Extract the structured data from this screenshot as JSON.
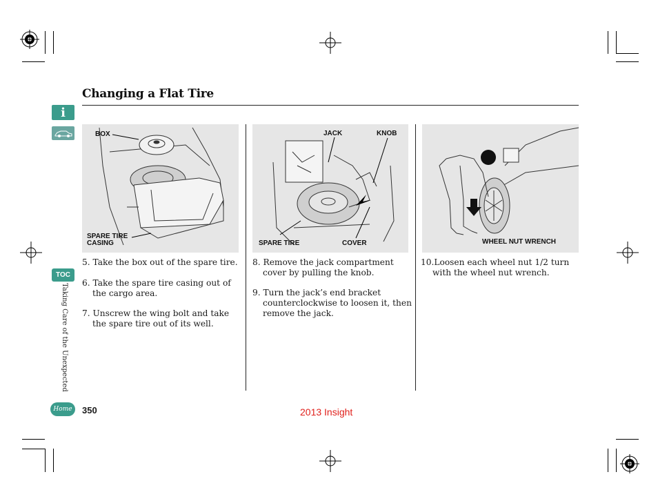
{
  "title": "Changing a Flat Tire",
  "sidebar": {
    "info_label": "i",
    "toc_label": "TOC",
    "home_label": "Home",
    "section_label": "Taking Care of the Unexpected"
  },
  "panels": [
    {
      "callouts": [
        "BOX",
        "SPARE TIRE",
        "CASING"
      ]
    },
    {
      "callouts": [
        "JACK",
        "KNOB",
        "SPARE TIRE",
        "COVER"
      ]
    },
    {
      "callouts": [
        "WHEEL NUT WRENCH"
      ]
    }
  ],
  "steps": {
    "s5": {
      "num": "5.",
      "text": "Take the box out of the spare tire."
    },
    "s6": {
      "num": "6.",
      "line1": "Take the spare tire casing out of",
      "line2": "the cargo area."
    },
    "s7": {
      "num": "7.",
      "line1": "Unscrew the wing bolt and take",
      "line2": "the spare tire out of its well."
    },
    "s8": {
      "num": "8.",
      "line1": "Remove the jack compartment",
      "line2": "cover by pulling the knob."
    },
    "s9": {
      "num": "9.",
      "line1": "Turn the jack’s end bracket",
      "line2": "counterclockwise to loosen it, then",
      "line3": "remove the jack."
    },
    "s10": {
      "num": "10.",
      "line1": "Loosen each wheel nut 1/2 turn",
      "line2": "with the wheel nut wrench."
    }
  },
  "page_number": "350",
  "footer": "2013 Insight",
  "colors": {
    "accent": "#3b9c8c",
    "footer": "#e0201b",
    "panel": "#e6e6e6"
  }
}
